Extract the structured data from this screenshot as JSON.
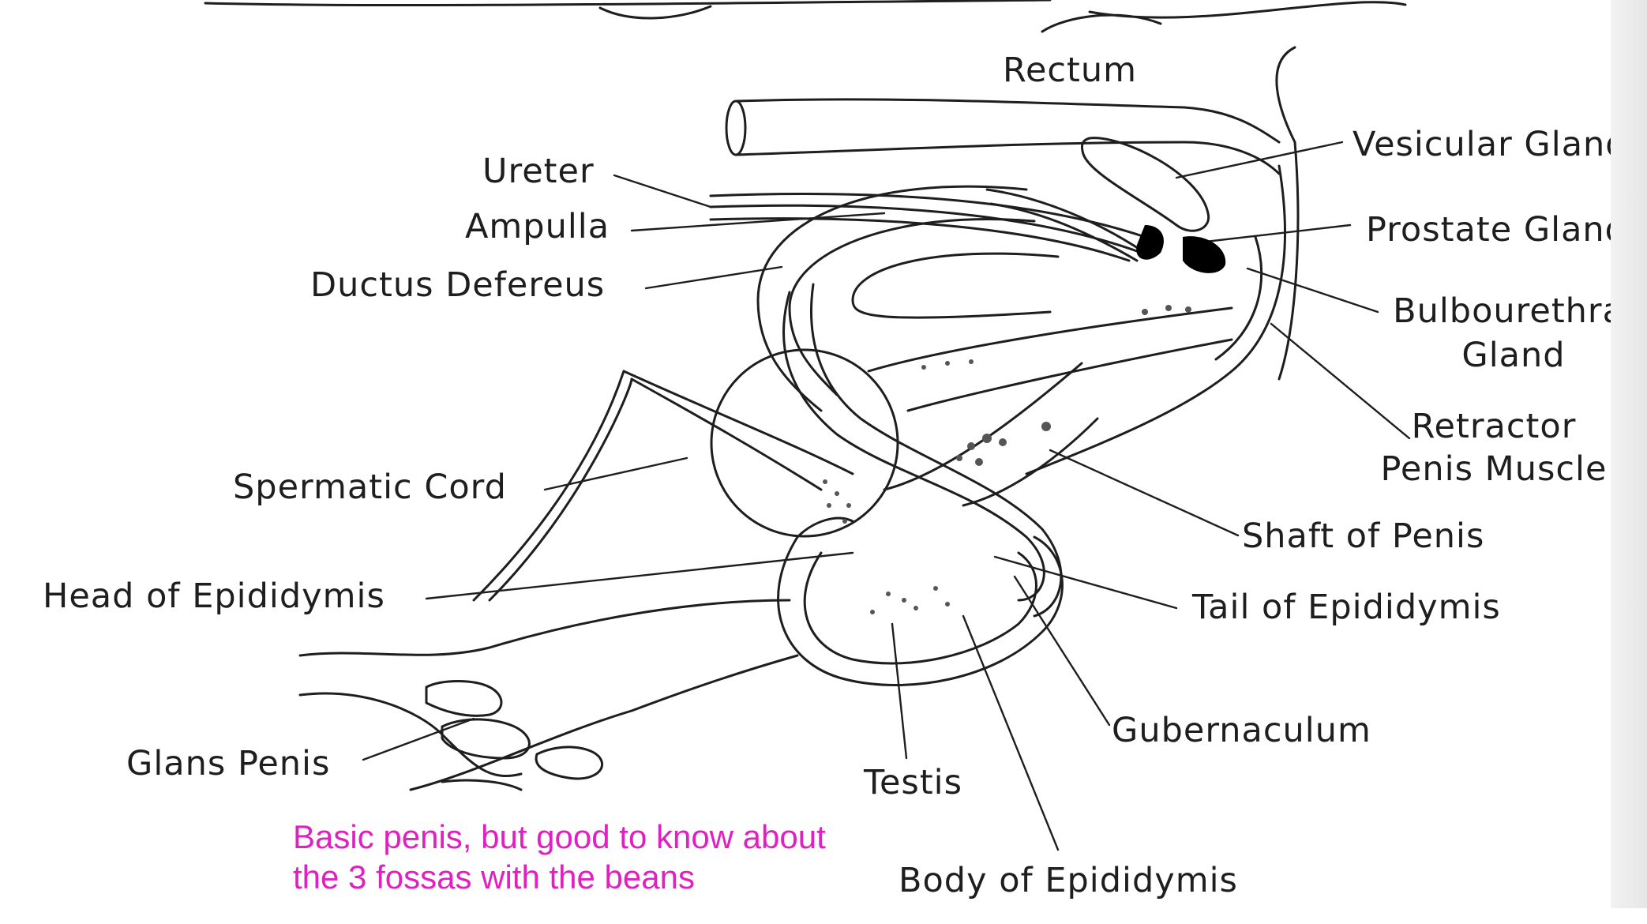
{
  "labels": {
    "rectum": "Rectum",
    "ureter": "Ureter",
    "ampulla": "Ampulla",
    "ductus_defereus": "Ductus Defereus",
    "spermatic_cord": "Spermatic Cord",
    "head_of_epididymis": "Head of Epididymis",
    "glans_penis": "Glans Penis",
    "testis": "Testis",
    "body_of_epididymis": "Body of Epididymis",
    "vesicular_gland": "Vesicular Gland",
    "prostate_gland": "Prostate Gland",
    "bulbourethral_gland": [
      "Bulbourethral",
      "Gland"
    ],
    "retractor_penis_muscle": [
      "Retractor",
      "Penis Muscle"
    ],
    "shaft_of_penis": "Shaft of Penis",
    "tail_of_epididymis": "Tail of Epididymis",
    "gubernaculum": "Gubernaculum"
  },
  "annotation": {
    "lines": [
      "Basic penis, but good to know about",
      "the 3 fossas with the beans"
    ],
    "color": "#e020c0"
  },
  "colors": {
    "ink": "#1e1e1e",
    "gland_fill": "#000000",
    "stipple": "#555555"
  }
}
